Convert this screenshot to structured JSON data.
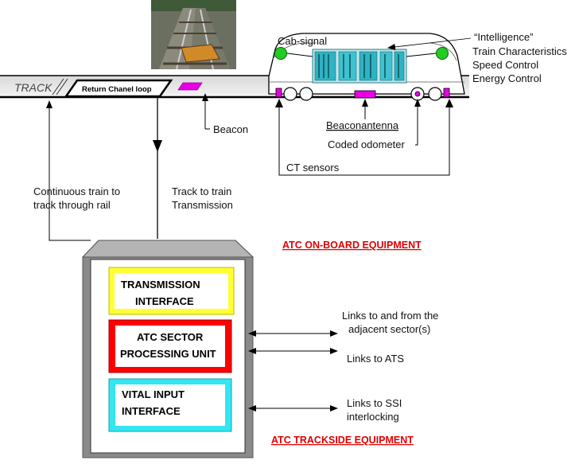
{
  "track": {
    "track_label": "TRACK",
    "loop_label": "Return Chanel loop",
    "beacon_label": "Beacon"
  },
  "train": {
    "cab_signal": "Cab-signal",
    "intelligence_title": "“Intelligence”",
    "intelligence_items": [
      "Train Characteristics",
      "Speed Control",
      "Energy Control"
    ],
    "beacon_antenna": "Beaconantenna",
    "coded_odometer": "Coded odometer",
    "ct_sensors": "CT sensors"
  },
  "transmission": {
    "continuous_line1": "Continuous train to",
    "continuous_line2": "track through rail",
    "track_to_train_line1": "Track to train",
    "track_to_train_line2": "Transmission"
  },
  "equipment": {
    "onboard_label": "ATC ON-BOARD EQUIPMENT",
    "trackside_label": "ATC TRACKSIDE EQUIPMENT",
    "boxes": [
      {
        "line1": "TRANSMISSION",
        "line2": "INTERFACE",
        "color": "#ffff33"
      },
      {
        "line1": "ATC SECTOR",
        "line2": "PROCESSING UNIT",
        "color": "#ff0000"
      },
      {
        "line1": "VITAL INPUT",
        "line2": "INTERFACE",
        "color": "#33e6f0"
      }
    ]
  },
  "links": {
    "adjacent_line1": "Links to and from the",
    "adjacent_line2": "adjacent sector(s)",
    "ats": "Links to ATS",
    "ssi_line1": "Links to SSI",
    "ssi_line2": "interlocking"
  },
  "colors": {
    "beacon": "#e600e6",
    "cab_signal": "#22cc22",
    "cabinet_gray": "#8a8a8a",
    "label_red": "#e00000"
  }
}
